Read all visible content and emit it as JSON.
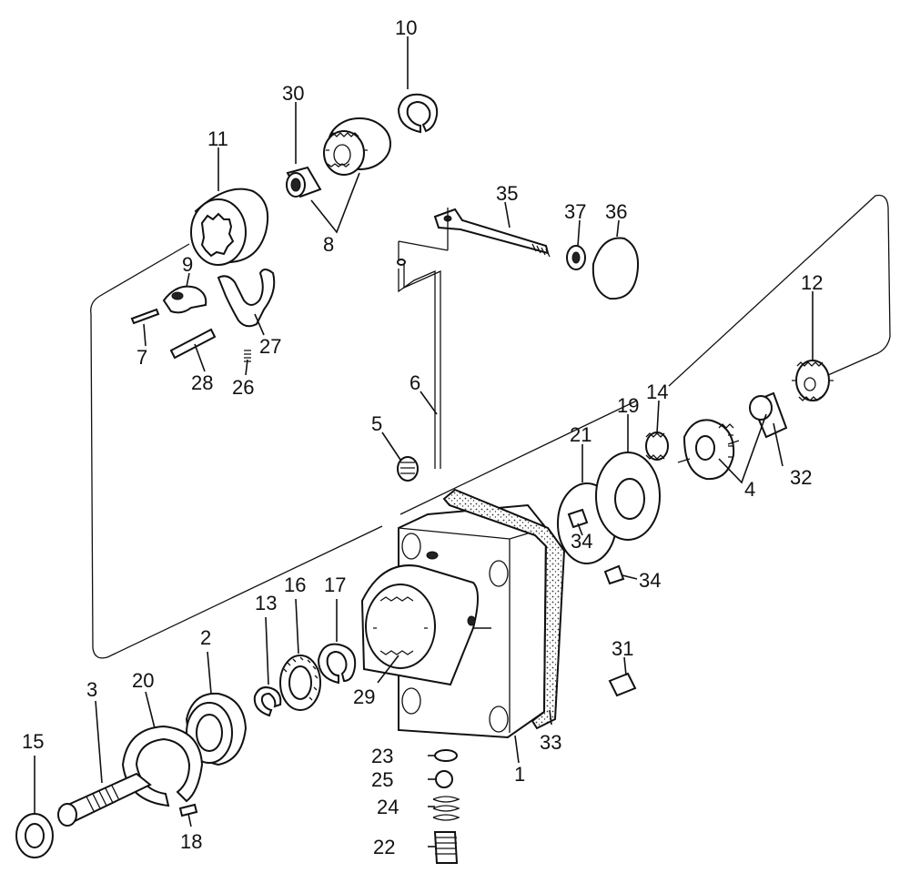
{
  "labels": [
    "1",
    "2",
    "3",
    "4",
    "5",
    "6",
    "7",
    "8",
    "9",
    "10",
    "11",
    "12",
    "13",
    "14",
    "15",
    "16",
    "17",
    "18",
    "19",
    "20",
    "21",
    "22",
    "23",
    "24",
    "25",
    "26",
    "27",
    "28",
    "29",
    "30",
    "31",
    "32",
    "33",
    "34",
    "34",
    "35",
    "36",
    "37"
  ]
}
